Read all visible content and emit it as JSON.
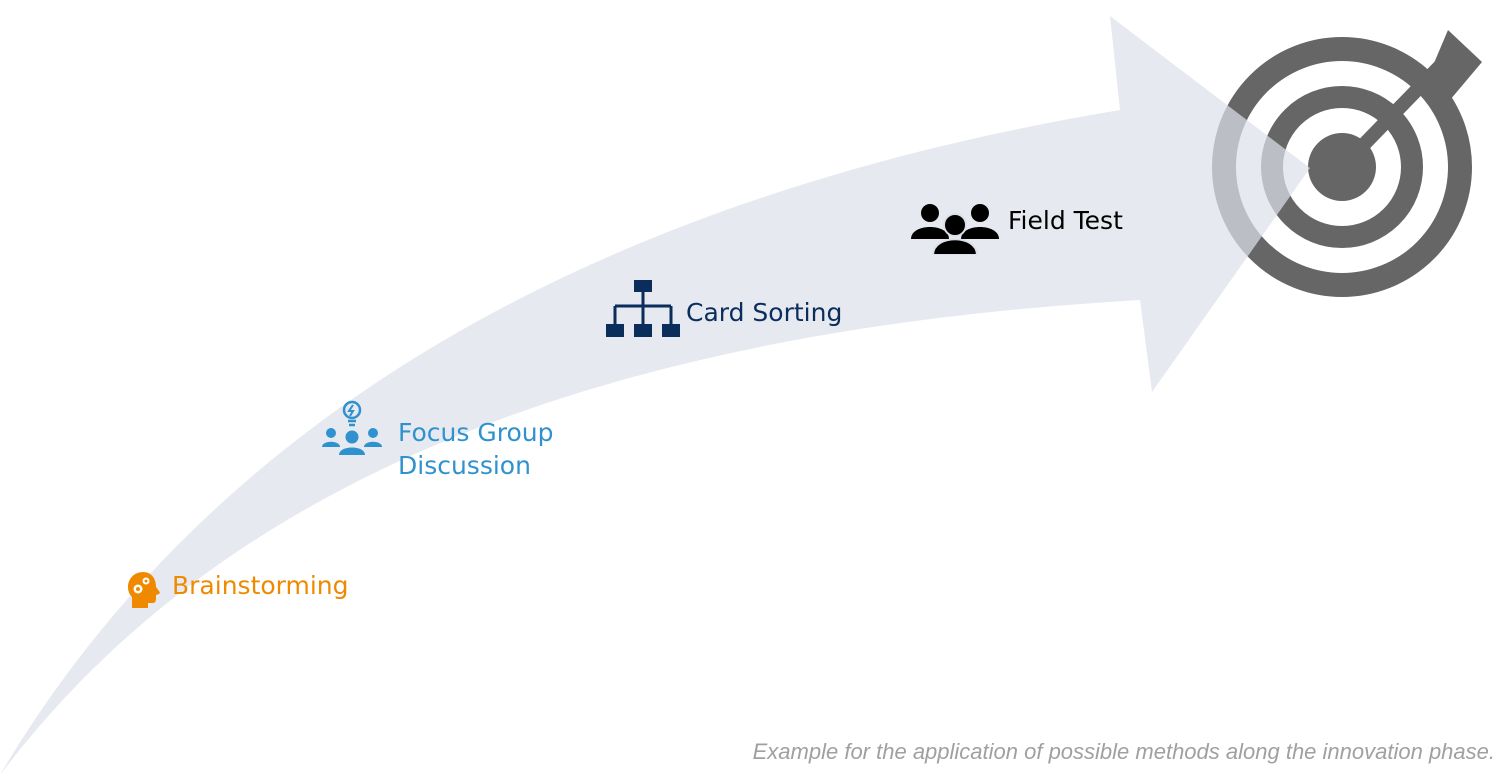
{
  "steps": [
    {
      "label": "Brainstorming",
      "icon": "head-gears-icon",
      "color": "#ef8a00"
    },
    {
      "label": "Focus Group Discussion",
      "icon": "group-lightbulb-icon",
      "color": "#2f92cf"
    },
    {
      "label": "Card Sorting",
      "icon": "hierarchy-icon",
      "color": "#0b2d5c"
    },
    {
      "label": "Field Test",
      "icon": "people-group-icon",
      "color": "#000000"
    }
  ],
  "goal": {
    "icon": "target-dart-icon",
    "color": "#666666"
  },
  "arrow": {
    "color": "#dce1e9"
  },
  "caption": "Example for the application of possible methods along the innovation phase."
}
